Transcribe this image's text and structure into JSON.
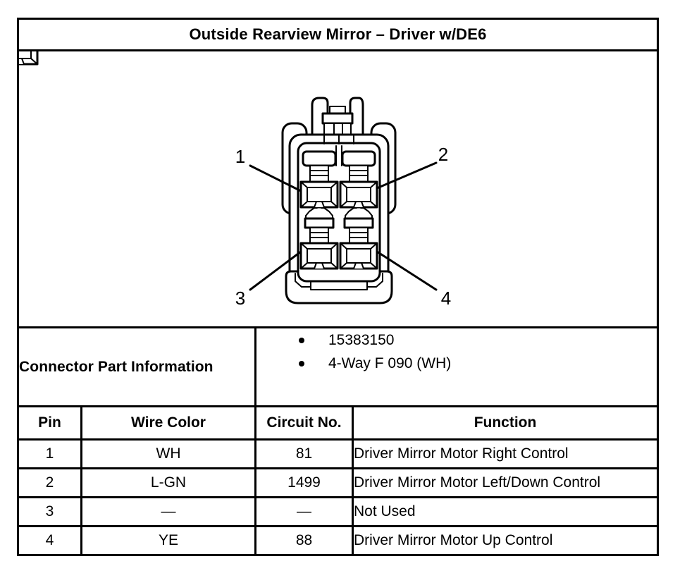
{
  "title": "Outside Rearview Mirror – Driver w/DE6",
  "diagram": {
    "pin_labels": [
      "1",
      "2",
      "3",
      "4"
    ]
  },
  "connector_info": {
    "label": "Connector Part Information",
    "items": [
      "15383150",
      "4-Way F 090 (WH)"
    ]
  },
  "pin_table": {
    "headers": [
      "Pin",
      "Wire Color",
      "Circuit No.",
      "Function"
    ],
    "rows": [
      [
        "1",
        "WH",
        "81",
        "Driver Mirror Motor Right Control"
      ],
      [
        "2",
        "L-GN",
        "1499",
        "Driver Mirror Motor Left/Down Control"
      ],
      [
        "3",
        "—",
        "—",
        "Not Used"
      ],
      [
        "4",
        "YE",
        "88",
        "Driver Mirror Motor Up Control"
      ]
    ]
  },
  "colors": {
    "ink": "#000000",
    "paper": "#ffffff"
  }
}
